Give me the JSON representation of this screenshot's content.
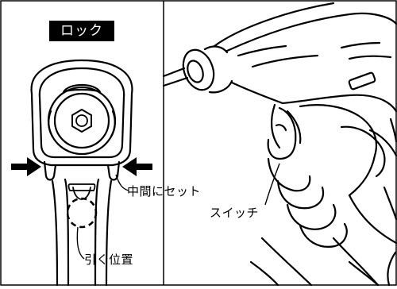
{
  "left_panel": {
    "badge_text": "ロック",
    "center_label": "中間にセット",
    "pull_label": "引く位置"
  },
  "right_panel": {
    "switch_label": "スイッチ"
  },
  "colors": {
    "ink": "#000000",
    "paper": "#ffffff"
  }
}
